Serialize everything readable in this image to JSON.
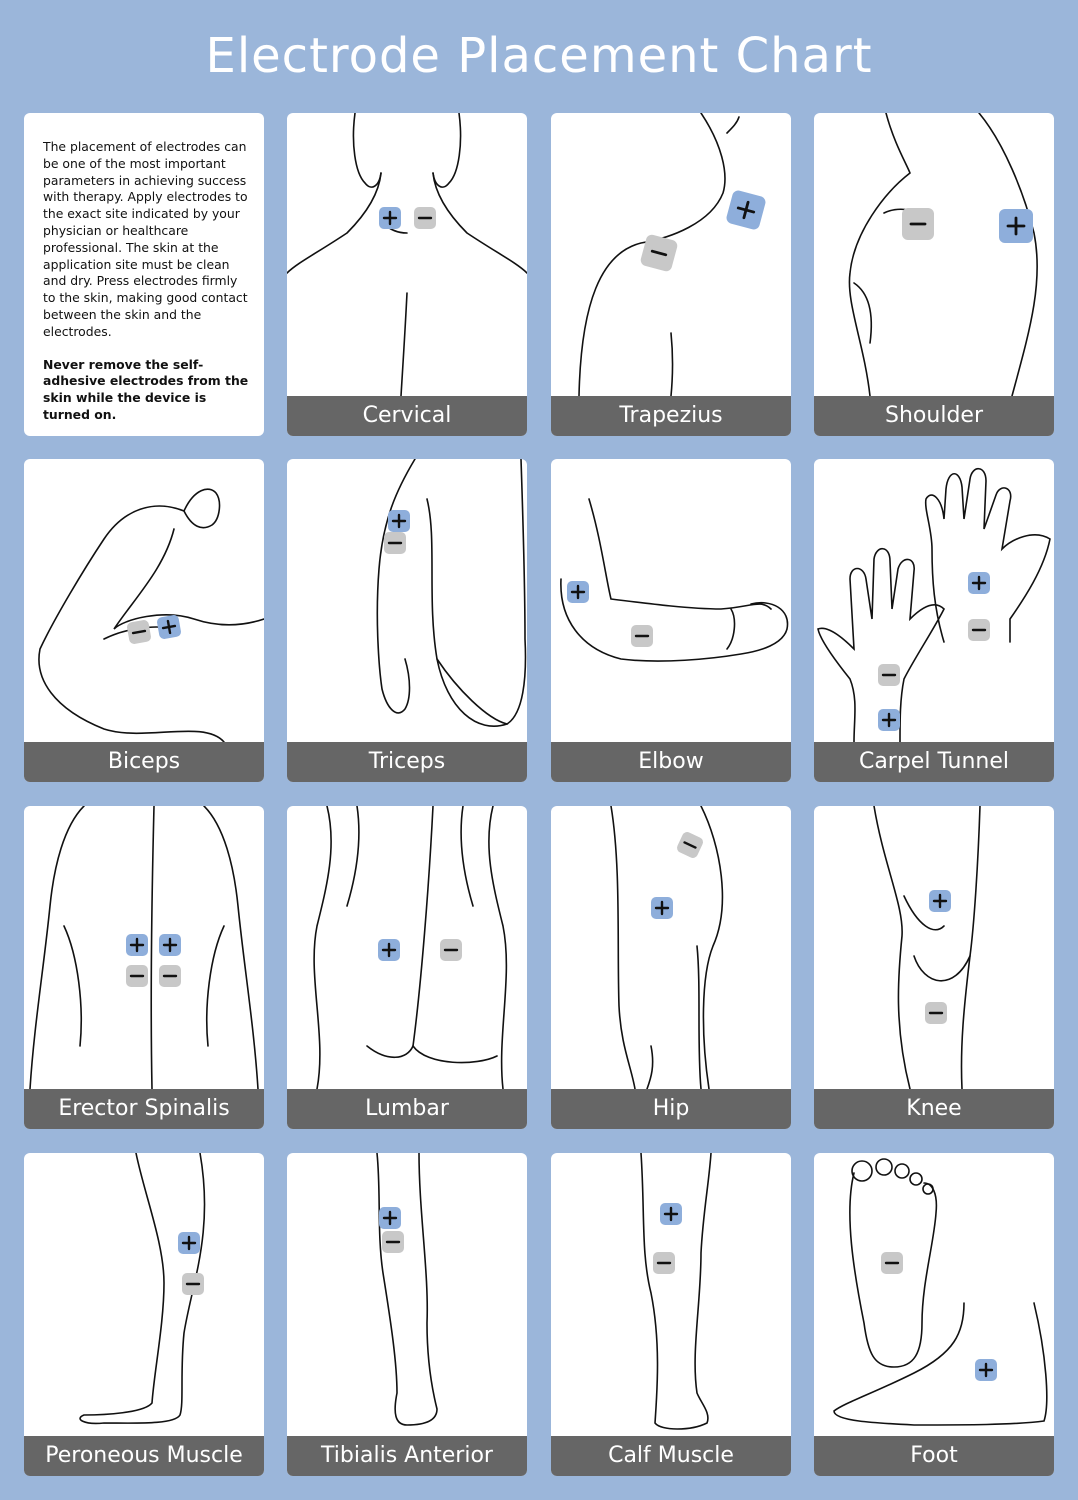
{
  "title": "Electrode Placement Chart",
  "intro": {
    "paragraph": "The placement of electrodes can be one of the most important parameters in achieving success with therapy. Apply electrodes to the exact site indicated by your physician or healthcare professional. The skin at the application site must be clean and dry. Press electrodes firmly to the skin, making good contact between the skin and the electrodes.",
    "warning": "Never remove the self-adhesive electrodes from the skin while the device is turned on."
  },
  "colors": {
    "background": "#9bb6da",
    "positive_pad": "#8eaedb",
    "negative_pad": "#c8c8c8",
    "label_bar": "#666666"
  },
  "panels": [
    {
      "label": "Cervical"
    },
    {
      "label": "Trapezius"
    },
    {
      "label": "Shoulder"
    },
    {
      "label": "Biceps"
    },
    {
      "label": "Triceps"
    },
    {
      "label": "Elbow"
    },
    {
      "label": "Carpel Tunnel"
    },
    {
      "label": "Erector Spinalis"
    },
    {
      "label": "Lumbar"
    },
    {
      "label": "Hip"
    },
    {
      "label": "Knee"
    },
    {
      "label": "Peroneous Muscle"
    },
    {
      "label": "Tibialis Anterior"
    },
    {
      "label": "Calf Muscle"
    },
    {
      "label": "Foot"
    }
  ]
}
